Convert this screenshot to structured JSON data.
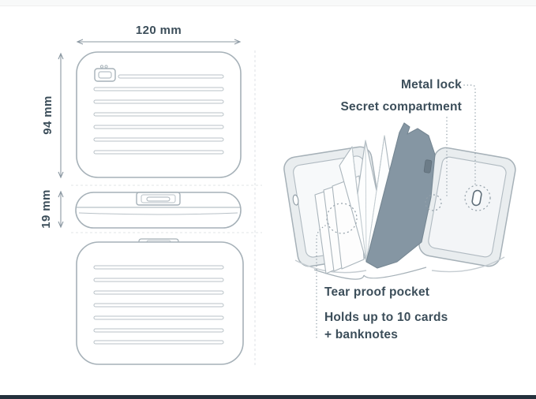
{
  "dimensions": {
    "width": "120 mm",
    "height": "94 mm",
    "thickness": "19 mm"
  },
  "features": {
    "metal_lock": "Metal lock",
    "secret_compartment": "Secret compartment",
    "tear_proof_pocket": "Tear proof pocket",
    "capacity_line1": "Holds up to 10 cards",
    "capacity_line2": "+ banknotes"
  },
  "colors": {
    "text": "#3c4e5a",
    "outline": "#a6b1b8",
    "shell_fill": "#e9edef",
    "secret_flap_fill": "#8596a3",
    "annotation_dotted": "#93a0a9",
    "bottom_bar": "#25313d"
  }
}
